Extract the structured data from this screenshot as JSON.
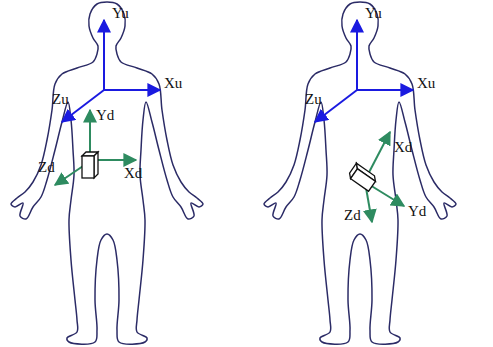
{
  "diagram": {
    "labels": [
      "Yu",
      "Xu",
      "Zu",
      "Yd",
      "Xd",
      "Zd",
      "Yu",
      "Xu",
      "Zu",
      "Yd",
      "Xd",
      "Zd"
    ]
  }
}
